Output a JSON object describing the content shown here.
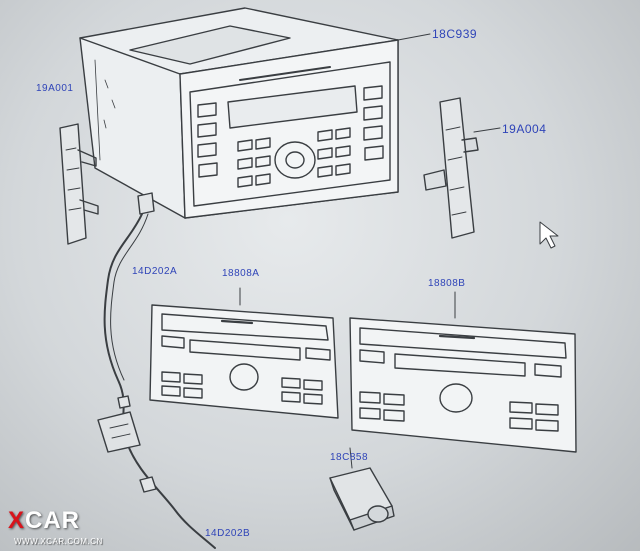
{
  "diagram": {
    "callouts": {
      "main_unit": "18C939",
      "left_bracket": "19A001",
      "right_bracket": "19A004",
      "harness_upper": "14D202A",
      "front_panel_a": "18808A",
      "front_panel_b": "18808B",
      "connector_part": "18C858",
      "harness_lower": "14D202B"
    }
  },
  "watermark": {
    "logo_x": "X",
    "logo_rest": "CAR",
    "url": "WWW.XCAR.COM.CN"
  },
  "colors": {
    "background": "#d3d7da",
    "line_art": "#3a3e42",
    "callout_text": "#2f44b8",
    "logo_red": "#d8141c"
  }
}
